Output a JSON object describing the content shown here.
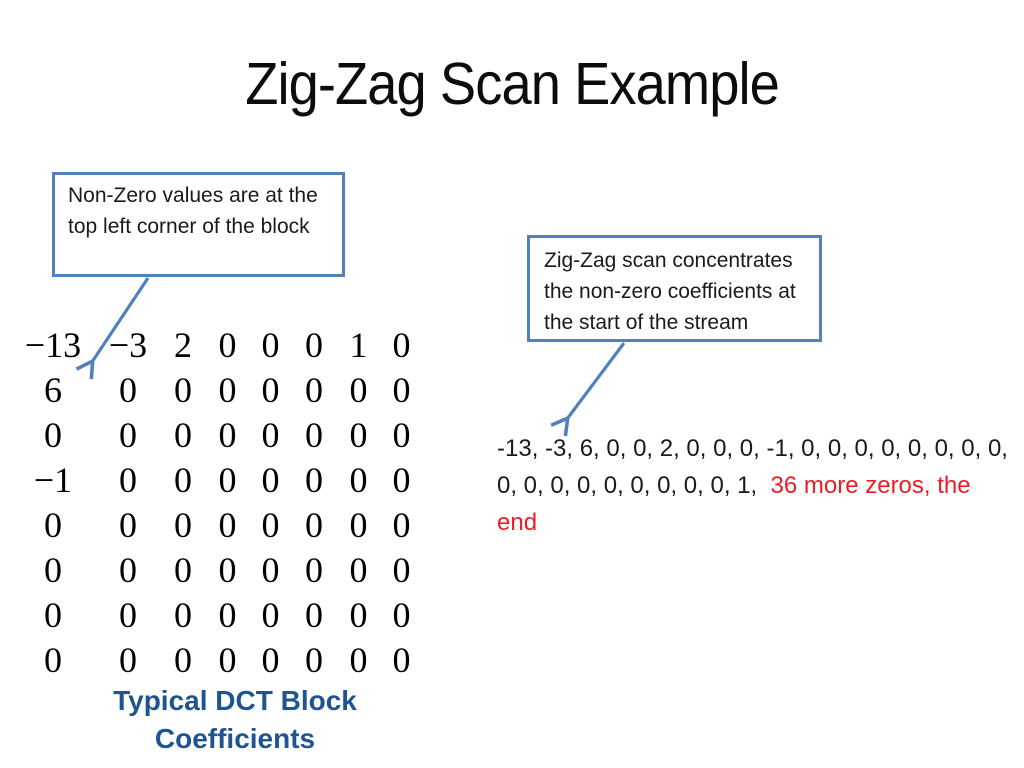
{
  "slide": {
    "title": "Zig-Zag Scan Example",
    "background": "#ffffff"
  },
  "colors": {
    "accent_blue": "#4F81BD",
    "caption_blue": "#1F5492",
    "stream_red": "#ED1C24"
  },
  "callouts": {
    "left": {
      "text": "Non-Zero values are at the top left corner of the block"
    },
    "right": {
      "text": "Zig-Zag scan concentrates the non-zero coefficients at the start of the stream"
    }
  },
  "matrix": {
    "caption": "Typical DCT Block Coefficients",
    "rows": [
      [
        "−13",
        "−3",
        "2",
        "0",
        "0",
        "0",
        "1",
        "0"
      ],
      [
        "6",
        "0",
        "0",
        "0",
        "0",
        "0",
        "0",
        "0"
      ],
      [
        "0",
        "0",
        "0",
        "0",
        "0",
        "0",
        "0",
        "0"
      ],
      [
        "−1",
        "0",
        "0",
        "0",
        "0",
        "0",
        "0",
        "0"
      ],
      [
        "0",
        "0",
        "0",
        "0",
        "0",
        "0",
        "0",
        "0"
      ],
      [
        "0",
        "0",
        "0",
        "0",
        "0",
        "0",
        "0",
        "0"
      ],
      [
        "0",
        "0",
        "0",
        "0",
        "0",
        "0",
        "0",
        "0"
      ],
      [
        "0",
        "0",
        "0",
        "0",
        "0",
        "0",
        "0",
        "0"
      ]
    ]
  },
  "stream": {
    "lines": [
      {
        "black": "-13, -3, 6, 0, 0, 2, 0, 0, 0, -1, 0, 0, 0, 0, 0, 0, 0, 0,",
        "red": ""
      },
      {
        "black": "0, 0, 0, 0, 0, 0, 0, 0, 0, 1,",
        "red": "  36 more zeros, the"
      },
      {
        "black": "",
        "red": "end"
      }
    ]
  }
}
